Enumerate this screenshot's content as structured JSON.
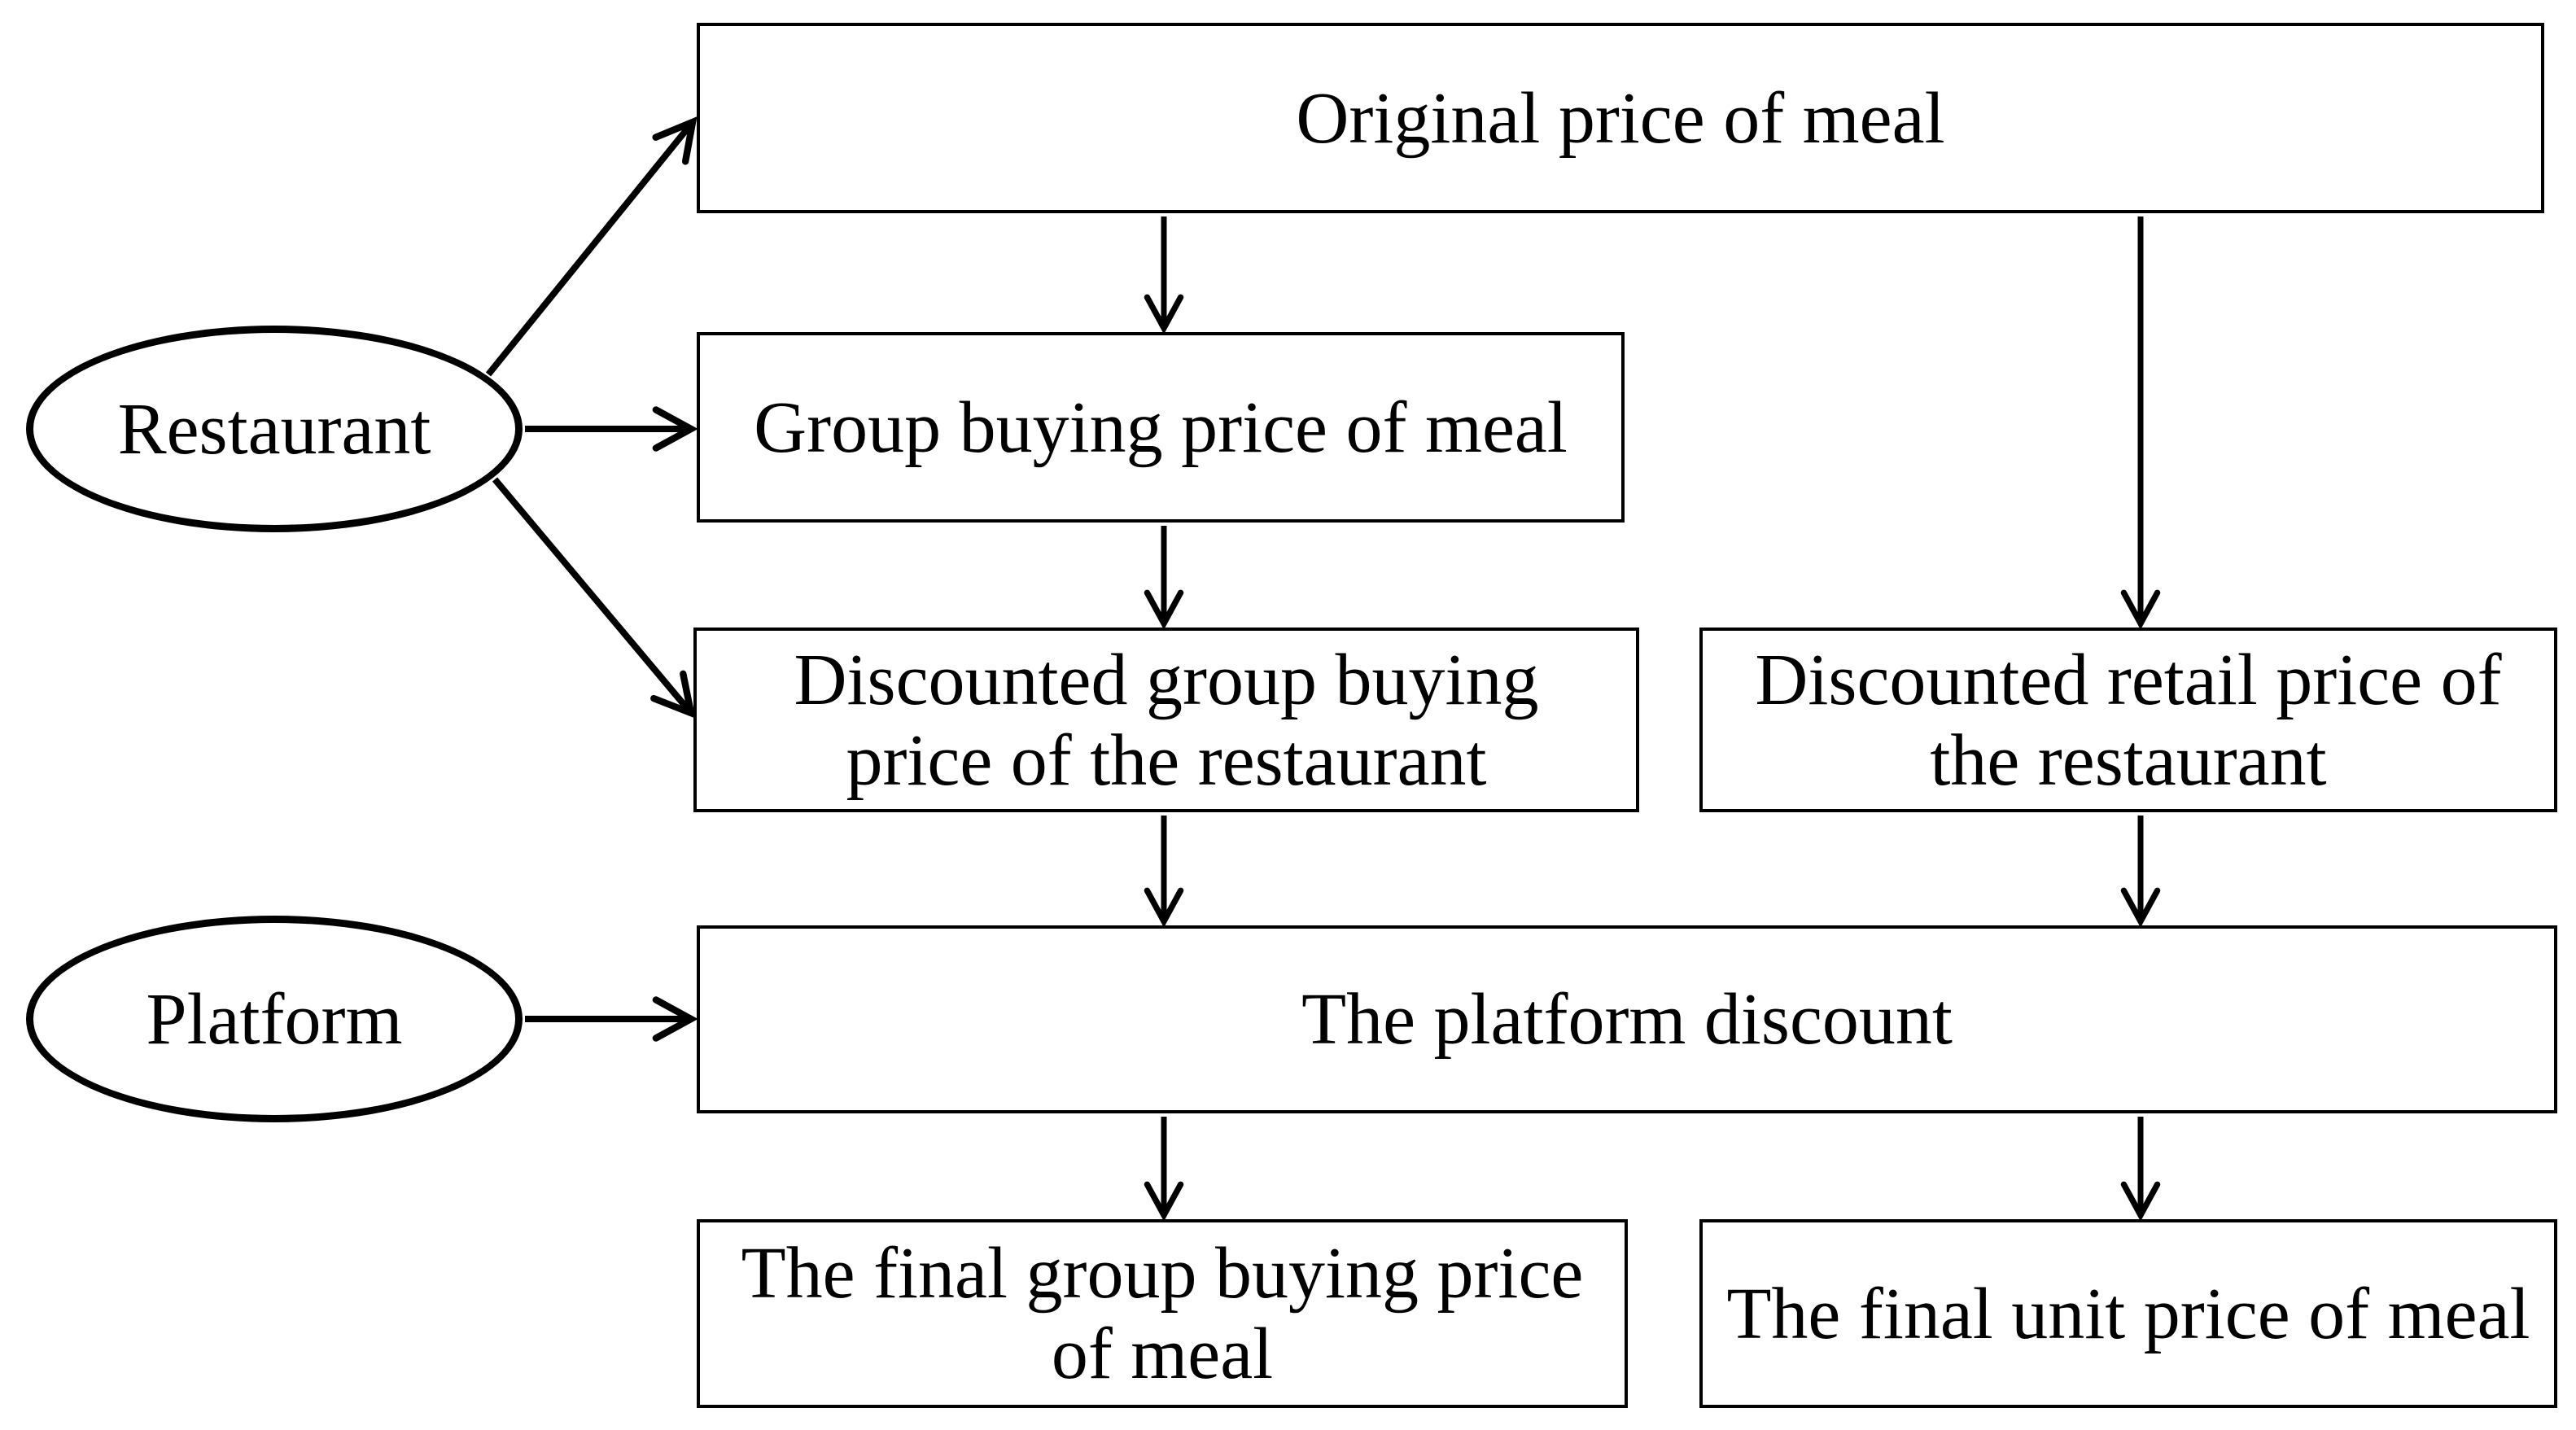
{
  "diagram": {
    "background_color": "#ffffff",
    "line_color": "#000000",
    "nodes": {
      "restaurant": {
        "shape": "ellipse",
        "label": "Restaurant"
      },
      "platform": {
        "shape": "ellipse",
        "label": "Platform"
      },
      "original_price": {
        "shape": "rectangle",
        "label": "Original price of meal"
      },
      "group_buying_price": {
        "shape": "rectangle",
        "label": "Group buying price of meal"
      },
      "discounted_group_buying": {
        "shape": "rectangle",
        "label": "Discounted group buying price of the restaurant"
      },
      "discounted_retail": {
        "shape": "rectangle",
        "label": "Discounted retail price of the restaurant"
      },
      "platform_discount": {
        "shape": "rectangle",
        "label": "The platform discount"
      },
      "final_group_buying": {
        "shape": "rectangle",
        "label": "The final group buying price of meal"
      },
      "final_unit_price": {
        "shape": "rectangle",
        "label": "The final unit price of meal"
      }
    },
    "edges": [
      {
        "from": "restaurant",
        "to": "original_price"
      },
      {
        "from": "restaurant",
        "to": "group_buying_price"
      },
      {
        "from": "restaurant",
        "to": "discounted_group_buying"
      },
      {
        "from": "original_price",
        "to": "group_buying_price"
      },
      {
        "from": "original_price",
        "to": "discounted_retail"
      },
      {
        "from": "group_buying_price",
        "to": "discounted_group_buying"
      },
      {
        "from": "discounted_group_buying",
        "to": "platform_discount"
      },
      {
        "from": "discounted_retail",
        "to": "platform_discount"
      },
      {
        "from": "platform",
        "to": "platform_discount"
      },
      {
        "from": "platform_discount",
        "to": "final_group_buying"
      },
      {
        "from": "platform_discount",
        "to": "final_unit_price"
      }
    ]
  }
}
